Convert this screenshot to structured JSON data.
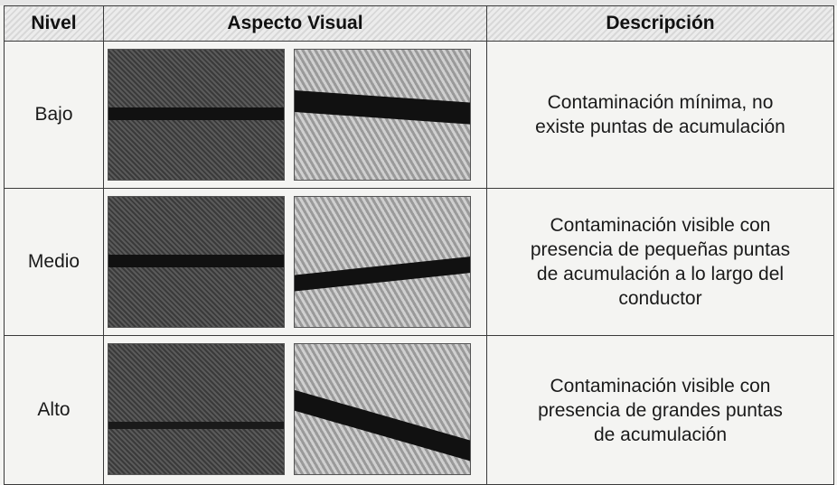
{
  "header": {
    "nivel": "Nivel",
    "aspecto_visual": "Aspecto Visual",
    "descripcion": "Descripción"
  },
  "rows": [
    {
      "nivel": "Bajo",
      "descripcion_l1": "Contaminación mínima, no",
      "descripcion_l2": "existe puntas de acumulación"
    },
    {
      "nivel": "Medio",
      "descripcion_l1": "Contaminación visible con",
      "descripcion_l2": "presencia de pequeñas puntas",
      "descripcion_l3": "de acumulación a lo largo del",
      "descripcion_l4": "conductor"
    },
    {
      "nivel": "Alto",
      "descripcion_l1": "Contaminación visible con",
      "descripcion_l2": "presencia de grandes puntas",
      "descripcion_l3": "de acumulación"
    }
  ],
  "colors": {
    "header_bg": "#e0e0e0",
    "border": "#3a3a3a"
  }
}
